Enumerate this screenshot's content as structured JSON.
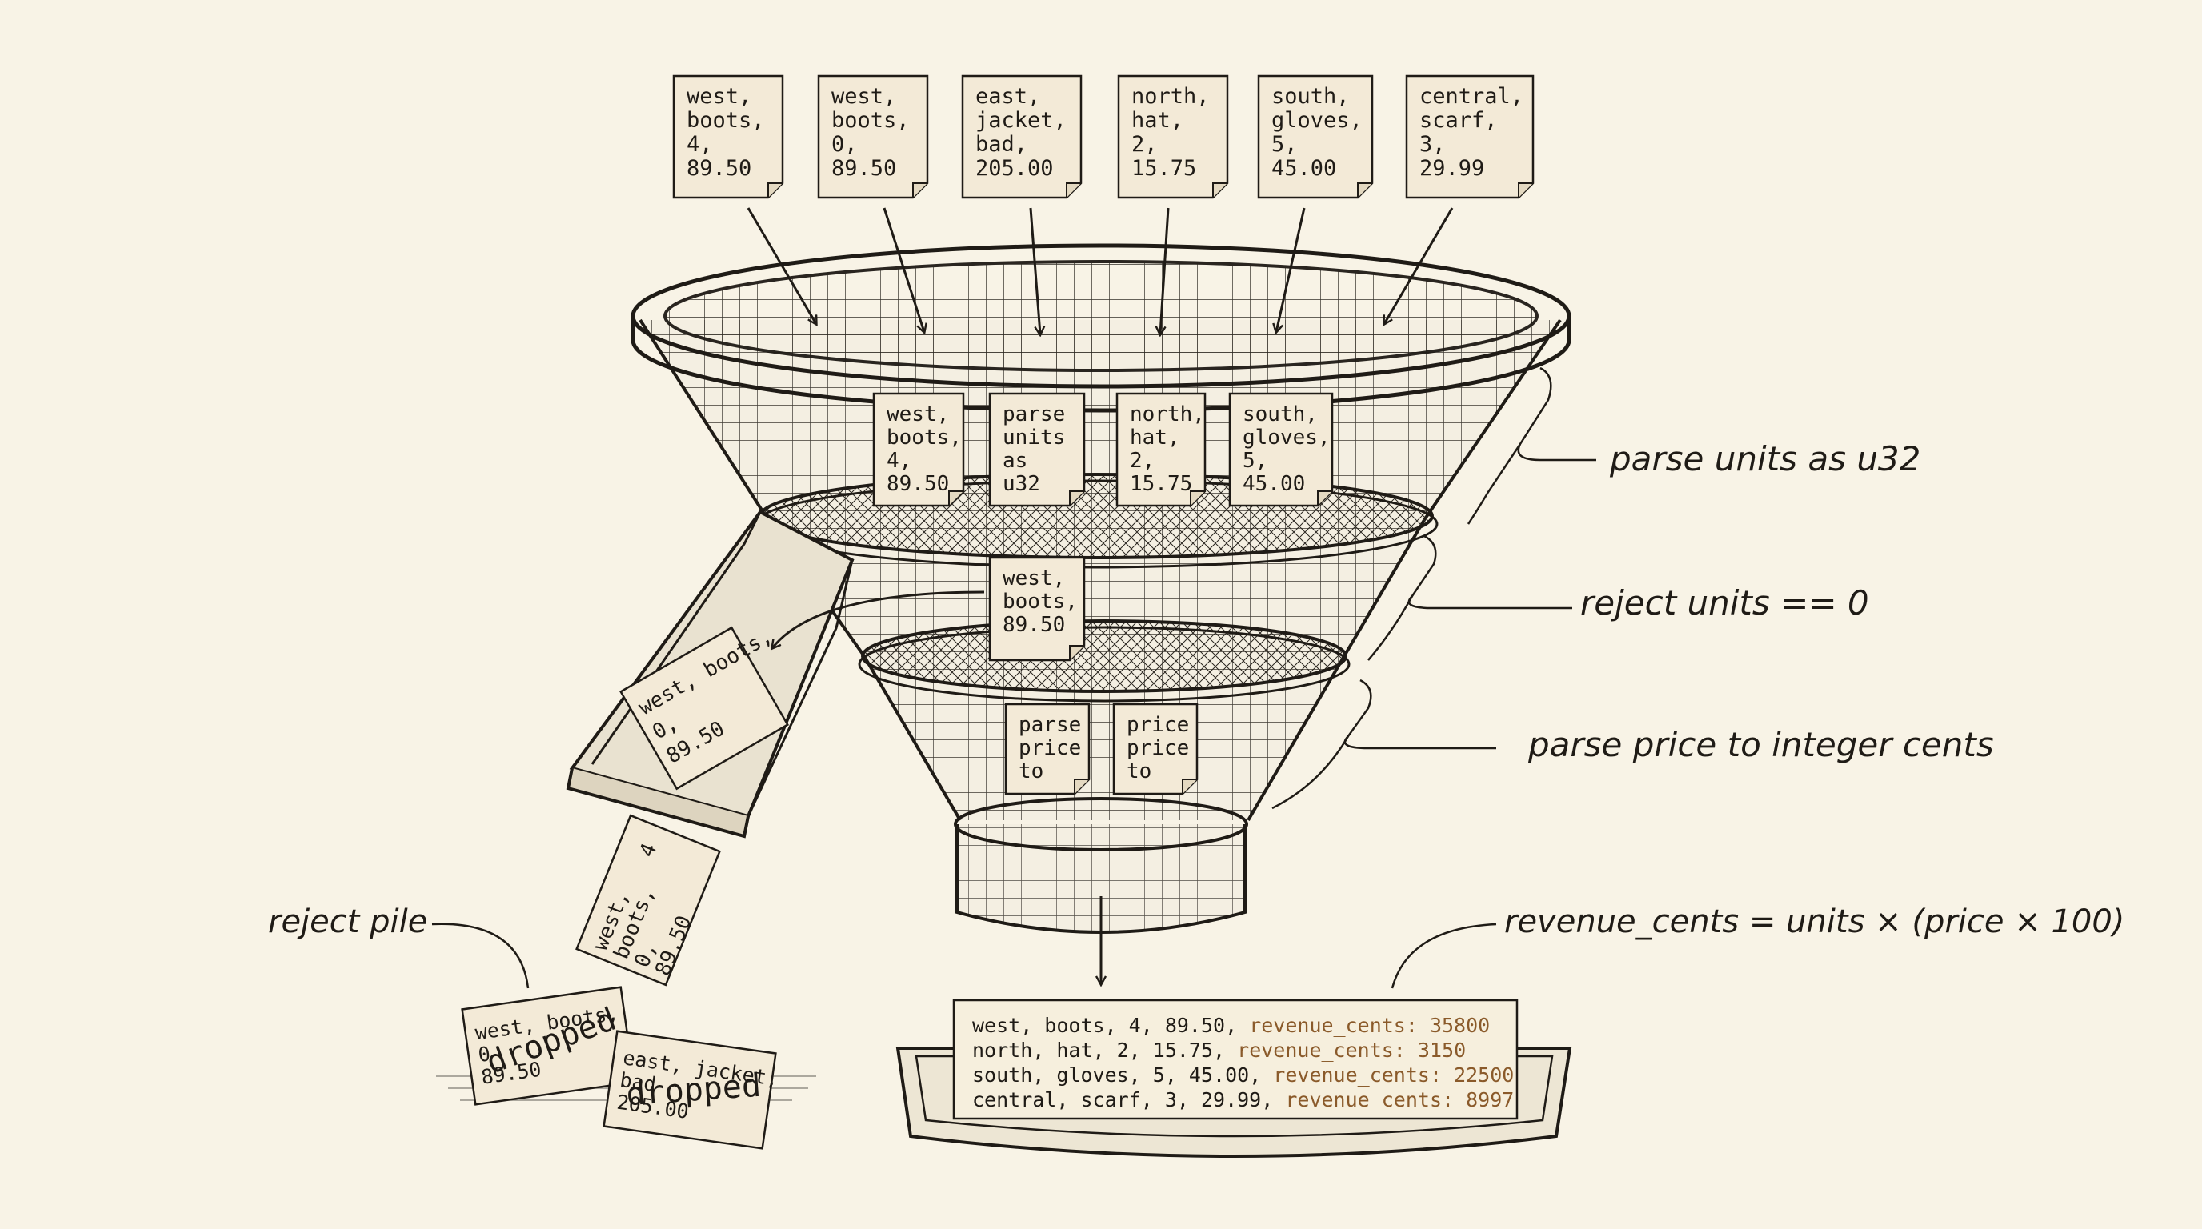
{
  "input_records": [
    {
      "lines": [
        "west,",
        "boots,",
        "4,",
        "89.50"
      ]
    },
    {
      "lines": [
        "west,",
        "boots,",
        "0,",
        "89.50"
      ]
    },
    {
      "lines": [
        "east,",
        "jacket,",
        "bad,",
        "205.00"
      ]
    },
    {
      "lines": [
        "north,",
        "hat,",
        "2,",
        "15.75"
      ]
    },
    {
      "lines": [
        "south,",
        "gloves,",
        "5,",
        "45.00"
      ]
    },
    {
      "lines": [
        "central,",
        "scarf,",
        "3,",
        "29.99"
      ]
    }
  ],
  "stage1_notes": [
    {
      "lines": [
        "west,",
        "boots,",
        "4,",
        "89.50"
      ]
    },
    {
      "lines": [
        "parse",
        "units",
        "as",
        "u32"
      ]
    },
    {
      "lines": [
        "north,",
        "hat,",
        "2,",
        "15.75"
      ]
    },
    {
      "lines": [
        "south,",
        "gloves,",
        "5,",
        "45.00"
      ]
    }
  ],
  "stage2_note": {
    "lines": [
      "west,",
      "boots,",
      "89.50"
    ]
  },
  "stage3_notes": [
    {
      "lines": [
        "parse",
        "price",
        "to"
      ]
    },
    {
      "lines": [
        "price",
        "price",
        "to"
      ]
    }
  ],
  "chute_note": {
    "lines": [
      "west, boots,",
      "0,",
      "89.50"
    ]
  },
  "falling_note": {
    "lines": [
      "west,",
      "boots,",
      "0,",
      "89.50"
    ],
    "side": "4"
  },
  "reject_pile": {
    "label": "reject pile",
    "cards": [
      {
        "lines": [
          "west, boots,",
          "0",
          "89.50"
        ],
        "stamp": "dropped"
      },
      {
        "lines": [
          "east, jacket,",
          "bad",
          "205.00"
        ],
        "stamp": "dropped"
      }
    ]
  },
  "stage_labels": {
    "stage1": "parse units as u32",
    "stage2": "reject units == 0",
    "stage3": "parse price to integer cents"
  },
  "formula_label": "revenue_cents = units × (price × 100)",
  "output": {
    "rows": [
      {
        "record": "west, boots, 4, 89.50, ",
        "revenue": "revenue_cents: 35800"
      },
      {
        "record": "north, hat, 2, 15.75, ",
        "revenue": "revenue_cents: 3150"
      },
      {
        "record": "south, gloves, 5, 45.00, ",
        "revenue": "revenue_cents: 22500"
      },
      {
        "record": "central, scarf, 3, 29.99, ",
        "revenue": "revenue_cents: 8997"
      }
    ]
  },
  "colors": {
    "background": "#f8f3e6",
    "paper": "#f3ead7",
    "ink": "#1f1b16",
    "revenue_text": "#8a5a2a"
  }
}
